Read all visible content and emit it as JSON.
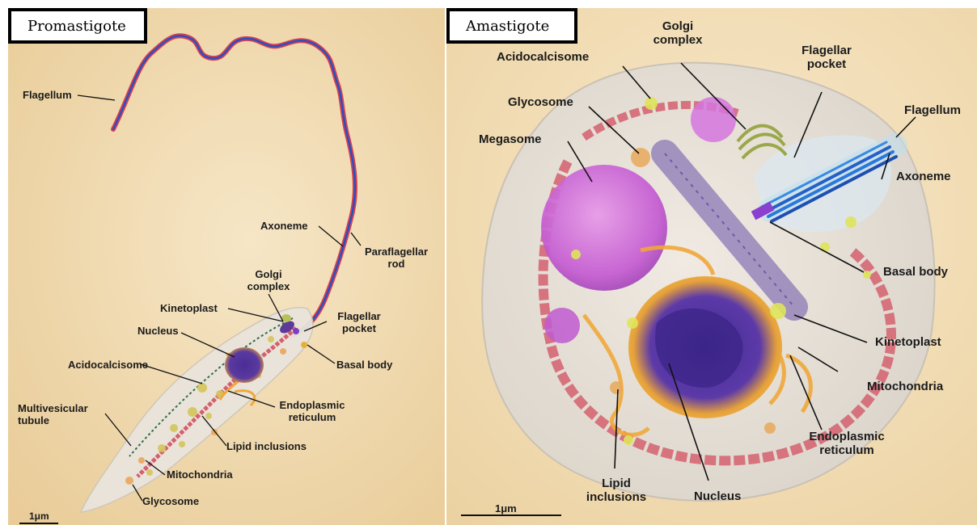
{
  "promastigote": {
    "title": "Promastigote",
    "labels": {
      "flagellum": "Flagellum",
      "axoneme": "Axoneme",
      "paraflagellar_rod_1": "Paraflagellar",
      "paraflagellar_rod_2": "rod",
      "golgi_1": "Golgi",
      "golgi_2": "complex",
      "kinetoplast": "Kinetoplast",
      "flagellar_pocket_1": "Flagellar",
      "flagellar_pocket_2": "pocket",
      "nucleus": "Nucleus",
      "basal_body": "Basal body",
      "acidocalcisome": "Acidocalcisome",
      "er_1": "Endoplasmic",
      "er_2": "reticulum",
      "mvt_1": "Multivesicular",
      "mvt_2": "tubule",
      "lipid": "Lipid inclusions",
      "mitochondria": "Mitochondria",
      "glycosome": "Glycosome"
    },
    "scale": "1μm"
  },
  "amastigote": {
    "title": "Amastigote",
    "labels": {
      "acidocalcisome": "Acidocalcisome",
      "golgi_1": "Golgi",
      "golgi_2": "complex",
      "flagellar_pocket_1": "Flagellar",
      "flagellar_pocket_2": "pocket",
      "flagellum": "Flagellum",
      "glycosome": "Glycosome",
      "megasome": "Megasome",
      "axoneme": "Axoneme",
      "basal_body": "Basal body",
      "kinetoplast": "Kinetoplast",
      "mitochondria": "Mitochondria",
      "er_1": "Endoplasmic",
      "er_2": "reticulum",
      "lipid_1": "Lipid",
      "lipid_2": "inclusions",
      "nucleus": "Nucleus"
    },
    "scale": "1μm"
  },
  "colors": {
    "background": "#f1ddb4",
    "membrane": "#e9e4dc",
    "mitochondria": "#d4606e",
    "nucleus": "#4a2a8c",
    "er": "#f0a83a",
    "megasome": "#d070d8",
    "golgi": "#9aa84a",
    "flagellum_blue": "#2a4fc0",
    "flagellum_red": "#d8404f"
  }
}
